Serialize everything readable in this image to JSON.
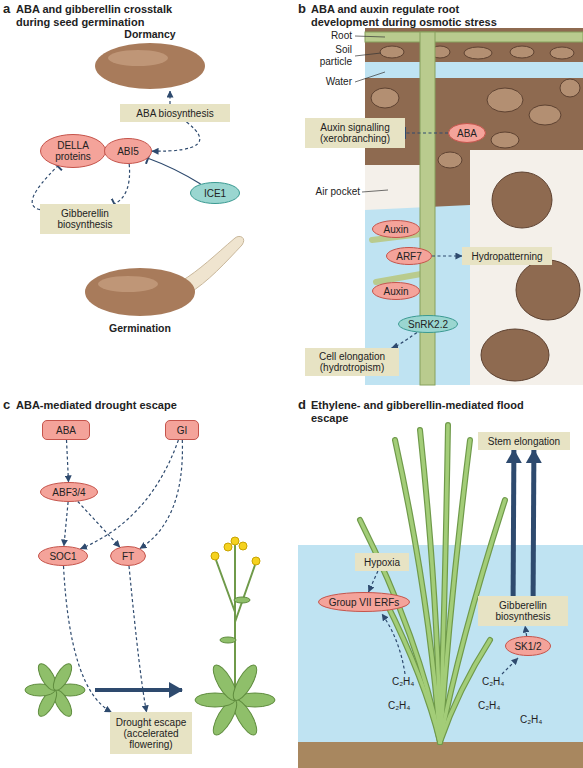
{
  "diagram": {
    "nodes": [
      {
        "text": [
          "ABA biosynthesis"
        ]
      },
      {
        "text": [
          "DELLA proteins"
        ]
      },
      {
        "text": [
          "ABI5"
        ]
      },
      {
        "text": [
          "Gibberellin biosynthesis"
        ]
      },
      {
        "text": [
          "ICE1"
        ]
      },
      {
        "text": [
          "Auxin signalling (xerobranching)"
        ]
      },
      {
        "text": [
          "ABA"
        ]
      },
      {
        "text": [
          "Auxin"
        ]
      },
      {
        "text": [
          "ARF7"
        ]
      },
      {
        "text": [
          "Hydropatterning"
        ]
      },
      {
        "text": [
          "Auxin"
        ]
      },
      {
        "text": [
          "SnRK2.2"
        ]
      },
      {
        "text": [
          "Cell elongation (hydrotropism)"
        ]
      },
      {
        "text": [
          "ABA"
        ]
      },
      {
        "text": [
          "GI"
        ]
      },
      {
        "text": [
          "ABF3/4"
        ]
      },
      {
        "text": [
          "SOC1"
        ]
      },
      {
        "text": [
          "FT"
        ]
      },
      {
        "text": [
          "Drought escape (accelerated flowering)"
        ]
      },
      {
        "text": [
          "Stem elongation"
        ]
      },
      {
        "text": [
          "Hypoxia"
        ]
      },
      {
        "text": [
          "Group VII ERFs"
        ]
      },
      {
        "text": [
          "Gibberellin biosynthesis"
        ]
      },
      {
        "text": [
          "SK1/2"
        ]
      }
    ],
    "edges": [
      {
        "from": 0,
        "to": 2,
        "arrow": "to"
      },
      {
        "from": 3,
        "to": 1,
        "arrow": "to"
      },
      {
        "from": 2,
        "to": 3,
        "arrow": "to"
      },
      {
        "from": 4,
        "to": 2,
        "arrow": "to"
      },
      {
        "from": 6,
        "to": 5,
        "arrow": "to"
      },
      {
        "from": 8,
        "to": 9,
        "arrow": "to"
      },
      {
        "from": 11,
        "to": 12,
        "arrow": "to"
      },
      {
        "from": 13,
        "to": 15,
        "arrow": "to"
      },
      {
        "from": 14,
        "to": 16,
        "arrow": "to"
      },
      {
        "from": 14,
        "to": 17,
        "arrow": "to"
      },
      {
        "from": 15,
        "to": 16,
        "arrow": "to"
      },
      {
        "from": 15,
        "to": 17,
        "arrow": "to"
      },
      {
        "from": 16,
        "to": 18,
        "arrow": "to"
      },
      {
        "from": 17,
        "to": 18,
        "arrow": "to"
      },
      {
        "from": 20,
        "to": 21,
        "arrow": "to"
      },
      {
        "from": 23,
        "to": 22,
        "arrow": "to"
      },
      {
        "from": 22,
        "to": 19,
        "arrow": "to"
      },
      {
        "from": 22,
        "to": 19,
        "arrow": "to"
      }
    ],
    "labels": [
      "a",
      "ABA and gibberellin crosstalk during seed germination",
      "Dormancy",
      "Germination",
      "b",
      "ABA and auxin regulate root development during osmotic stress",
      "Root",
      "Soil particle",
      "Water",
      "Air pocket",
      "c",
      "ABA-mediated drought escape",
      "d",
      "Ethylene- and gibberellin-mediated flood escape",
      "C₂H₄",
      "C₂H₄",
      "C₂H₄",
      "C₂H₄",
      "C₂H₄"
    ]
  }
}
